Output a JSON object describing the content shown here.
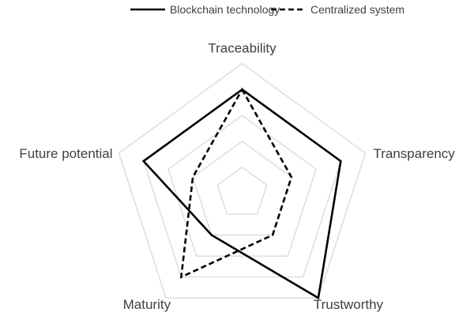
{
  "chart_data": {
    "type": "radar",
    "title": "",
    "axes": [
      "Traceability",
      "Transparency",
      "Trustworthy",
      "Maturity",
      "Future potential"
    ],
    "range": [
      0,
      5
    ],
    "grid_levels": [
      1,
      2,
      3,
      4,
      5
    ],
    "legend_position": "top",
    "series": [
      {
        "name": "Blockchain technology",
        "style": "solid",
        "color": "#000000",
        "values": [
          4,
          4,
          5,
          2,
          4
        ]
      },
      {
        "name": "Centralized system",
        "style": "dashed",
        "color": "#000000",
        "values": [
          4,
          2,
          2,
          4,
          2
        ]
      }
    ],
    "grid_color": "#d9d9d9"
  }
}
